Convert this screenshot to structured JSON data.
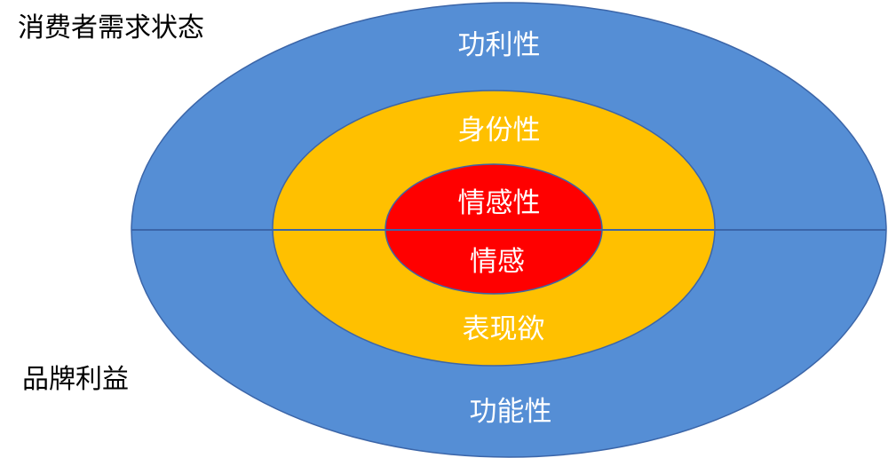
{
  "labels": {
    "consumer_state": "消费者需求状态",
    "brand_benefit": "品牌利益"
  },
  "rings": {
    "outer_top": "功利性",
    "outer_bottom": "功能性",
    "middle_top": "身份性",
    "middle_bottom": "表现欲",
    "inner_top": "情感性",
    "inner_bottom": "情感"
  },
  "colors": {
    "outer": "#558ED5",
    "middle": "#FFC000",
    "inner": "#FF0000",
    "stroke": "#3B65A8"
  }
}
